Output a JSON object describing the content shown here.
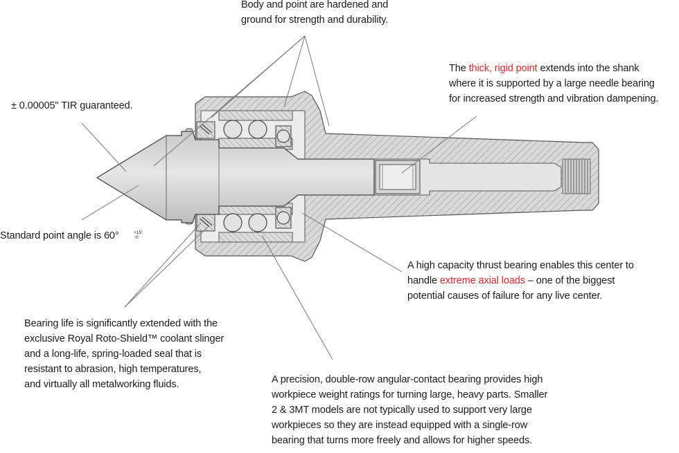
{
  "annotations": {
    "body_point": {
      "lines": [
        "Body and point are hardened and",
        "ground for strength and durability."
      ]
    },
    "tir": {
      "text": "± 0.00005\" TIR guaranteed."
    },
    "thick_point": {
      "pre": "The ",
      "highlight": "thick, rigid point",
      "post": " extends into the shank",
      "line2": "where it is supported by a large needle bearing",
      "line3": "for increased strength and vibration dampening."
    },
    "point_angle": {
      "text": "Standard point angle is 60°",
      "tolerance_plus": "+15'",
      "tolerance_minus": "-0"
    },
    "thrust_bearing": {
      "line1": "A high capacity thrust bearing enables this center to",
      "pre": "handle ",
      "highlight": "extreme axial loads",
      "post": " – one of the biggest",
      "line3": "potential causes of failure for any live center."
    },
    "bearing_life": {
      "lines": [
        "Bearing life is significantly extended with the",
        "exclusive Royal Roto-Shield™ coolant slinger",
        "and a long-life, spring-loaded seal that is",
        "resistant to abrasion, high temperatures,",
        "and virtually all metalworking fluids."
      ]
    },
    "double_row": {
      "lines": [
        "A precision, double-row angular-contact bearing provides high",
        "workpiece weight ratings for turning large, heavy parts. Smaller",
        "2 & 3MT models are not typically used to support very large",
        "workpieces so they are instead equipped with a single-row",
        "bearing that turns more freely and allows for higher speeds."
      ]
    }
  },
  "colors": {
    "highlight": "#e0262b",
    "section_fill": "#d8d8d8",
    "outline": "#555555",
    "leader": "#777777"
  }
}
